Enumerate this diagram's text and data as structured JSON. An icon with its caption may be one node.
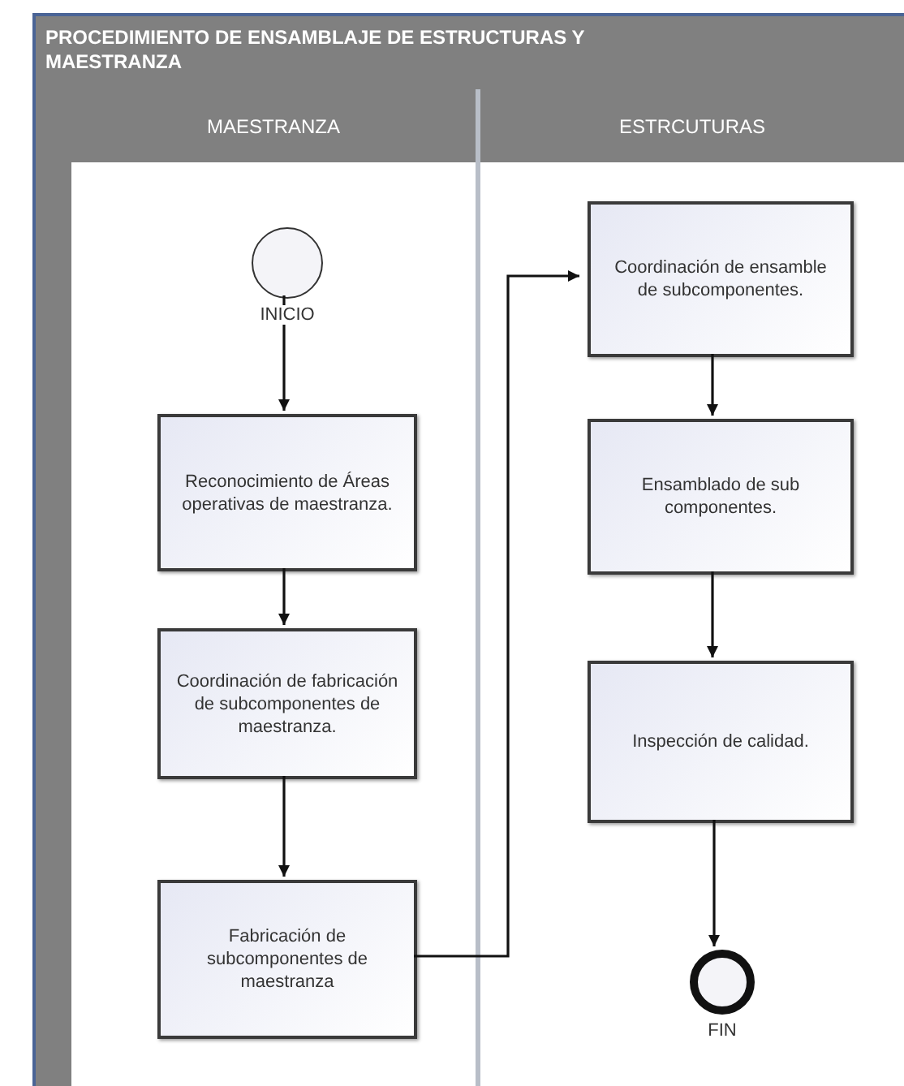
{
  "diagram": {
    "nodes": [
      {
        "text": [
          "PROCEDIMIENTO DE ENSAMBLAJE DE ESTRUCTURAS Y MAESTRANZA"
        ]
      },
      {
        "text": [
          "MAESTRANZA"
        ],
        "in": 0
      },
      {
        "text": [
          "ESTRCUTURAS"
        ],
        "in": 0
      },
      {
        "text": [
          "INICIO"
        ],
        "in": 1
      },
      {
        "text": [
          "Reconocimiento de Áreas operativas de maestranza."
        ],
        "in": 1
      },
      {
        "text": [
          "Coordinación de fabricación de subcomponentes de maestranza."
        ],
        "in": 1
      },
      {
        "text": [
          "Fabricación de subcomponentes de maestranza"
        ],
        "in": 1
      },
      {
        "text": [
          "Coordinación de ensamble de subcomponentes."
        ],
        "in": 2
      },
      {
        "text": [
          "Ensamblado de sub componentes."
        ],
        "in": 2
      },
      {
        "text": [
          "Inspección de calidad."
        ],
        "in": 2
      },
      {
        "text": [
          "FIN"
        ],
        "in": 2
      }
    ],
    "edges": [
      {
        "from": 3,
        "to": 4,
        "arrow": "to"
      },
      {
        "from": 4,
        "to": 5,
        "arrow": "to"
      },
      {
        "from": 5,
        "to": 6,
        "arrow": "to"
      },
      {
        "from": 6,
        "to": 7,
        "arrow": "to"
      },
      {
        "from": 7,
        "to": 8,
        "arrow": "to"
      },
      {
        "from": 8,
        "to": 9,
        "arrow": "to"
      },
      {
        "from": 9,
        "to": 10,
        "arrow": "to"
      }
    ]
  }
}
